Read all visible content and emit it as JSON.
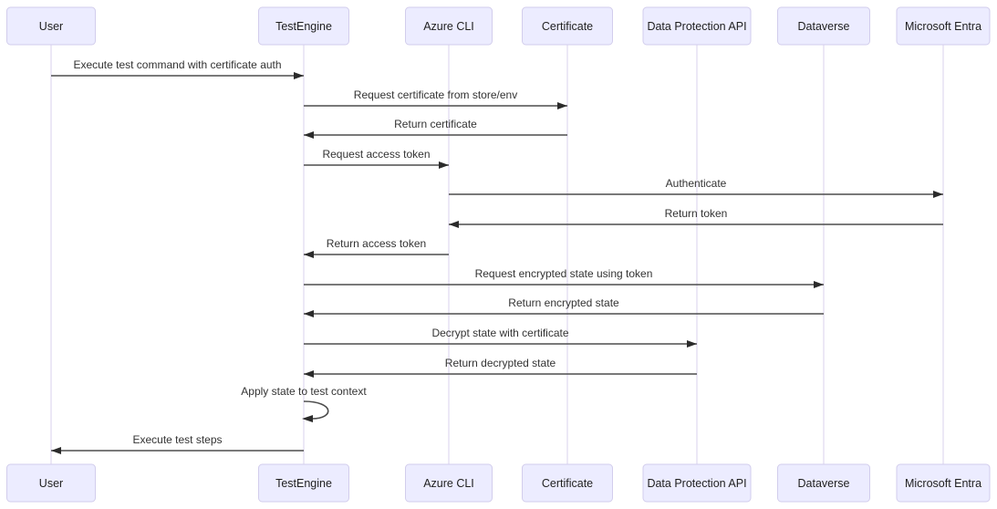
{
  "diagram": {
    "type": "sequence-diagram",
    "participants": [
      {
        "name": "User"
      },
      {
        "name": "TestEngine"
      },
      {
        "name": "Azure CLI"
      },
      {
        "name": "Certificate"
      },
      {
        "name": "Data Protection API"
      },
      {
        "name": "Dataverse"
      },
      {
        "name": "Microsoft Entra"
      }
    ],
    "messages": [
      {
        "from": "User",
        "to": "TestEngine",
        "label": "Execute test command with certificate auth"
      },
      {
        "from": "TestEngine",
        "to": "Certificate",
        "label": "Request certificate from store/env"
      },
      {
        "from": "Certificate",
        "to": "TestEngine",
        "label": "Return certificate"
      },
      {
        "from": "TestEngine",
        "to": "Azure CLI",
        "label": "Request access token"
      },
      {
        "from": "Azure CLI",
        "to": "Microsoft Entra",
        "label": "Authenticate"
      },
      {
        "from": "Microsoft Entra",
        "to": "Azure CLI",
        "label": "Return token"
      },
      {
        "from": "Azure CLI",
        "to": "TestEngine",
        "label": "Return access token"
      },
      {
        "from": "TestEngine",
        "to": "Dataverse",
        "label": "Request encrypted state using token"
      },
      {
        "from": "Dataverse",
        "to": "TestEngine",
        "label": "Return encrypted state"
      },
      {
        "from": "TestEngine",
        "to": "Data Protection API",
        "label": "Decrypt state with certificate"
      },
      {
        "from": "Data Protection API",
        "to": "TestEngine",
        "label": "Return decrypted state"
      },
      {
        "from": "TestEngine",
        "to": "TestEngine",
        "label": "Apply state to test context",
        "self": true
      },
      {
        "from": "TestEngine",
        "to": "User",
        "label": "Execute test steps"
      }
    ],
    "colors": {
      "actor_fill": "#ececff",
      "actor_border": "#d2cdec",
      "lifeline": "#d8d2ee",
      "signal_line": "#4d4d4d",
      "text": "#333333"
    }
  }
}
